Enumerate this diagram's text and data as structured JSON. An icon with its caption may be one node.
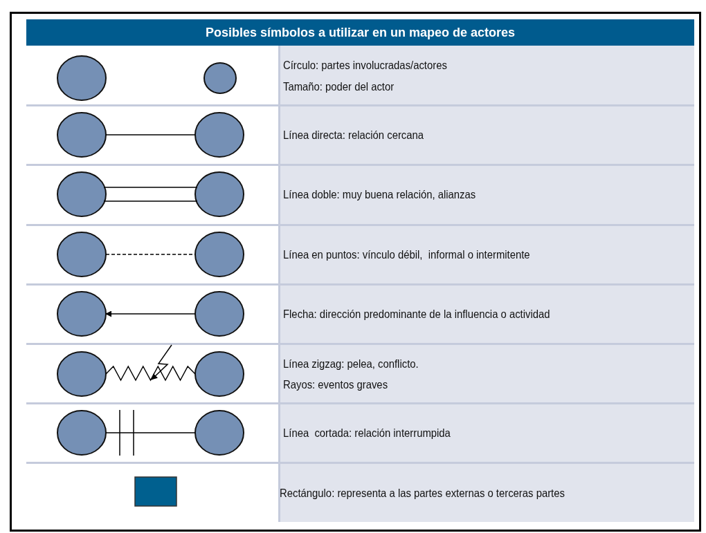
{
  "diagram": {
    "title": "Posibles símbolos a utilizar en un mapeo de actores",
    "nodes": [
      {
        "text": [],
        "shape": "circle"
      },
      {
        "text": [],
        "shape": "circle"
      },
      {
        "text": [],
        "shape": "circle"
      },
      {
        "text": [],
        "shape": "circle"
      },
      {
        "text": [],
        "shape": "circle"
      },
      {
        "text": [],
        "shape": "circle"
      },
      {
        "text": [],
        "shape": "circle"
      },
      {
        "text": [],
        "shape": "circle"
      },
      {
        "text": [],
        "shape": "circle"
      },
      {
        "text": [],
        "shape": "circle"
      },
      {
        "text": [],
        "shape": "circle"
      },
      {
        "text": [],
        "shape": "circle"
      },
      {
        "text": [],
        "shape": "circle"
      },
      {
        "text": [],
        "shape": "circle"
      },
      {
        "text": [],
        "shape": "box"
      }
    ],
    "edges": [
      {
        "from": 2,
        "to": 3,
        "arrow": "none"
      },
      {
        "from": 4,
        "to": 5,
        "arrow": "none"
      },
      {
        "from": 6,
        "to": 7,
        "arrow": "none",
        "style": "dashed"
      },
      {
        "from": 9,
        "to": 8,
        "arrow": "to"
      },
      {
        "from": 10,
        "to": 11,
        "arrow": "none"
      },
      {
        "from": 12,
        "to": 13,
        "arrow": "none"
      }
    ],
    "labels": [
      "Círculo: partes involucradas/actores",
      "Tamaño: poder del actor",
      "Línea directa: relación cercana",
      "Línea doble: muy buena relación, alianzas",
      "Línea en puntos: vínculo débil,  informal o intermitente",
      "Flecha: dirección predominante de la influencia o actividad",
      "Línea zigzag: pelea, conflicto.",
      "Rayos: eventos graves",
      "Línea  cortada: relación interrumpida",
      "Rectángulo: representa a las partes externas o terceras partes"
    ]
  }
}
